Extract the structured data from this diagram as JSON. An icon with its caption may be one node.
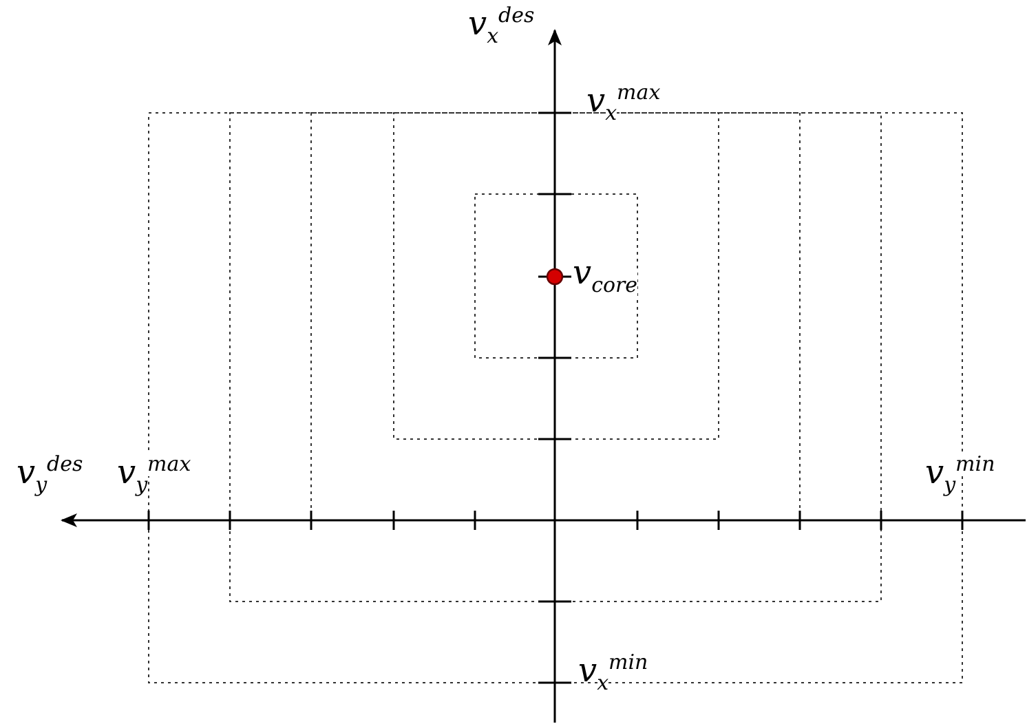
{
  "diagram": {
    "labels": [
      "v$_{x}$$^{des}$",
      "v$_{x}$$^{max}$",
      "v$_{core}$",
      "v$_{y}$$^{des}$",
      "v$_{y}$$^{max}$",
      "v$_{y}$$^{min}$",
      "v$_{x}$$^{min}$"
    ]
  }
}
